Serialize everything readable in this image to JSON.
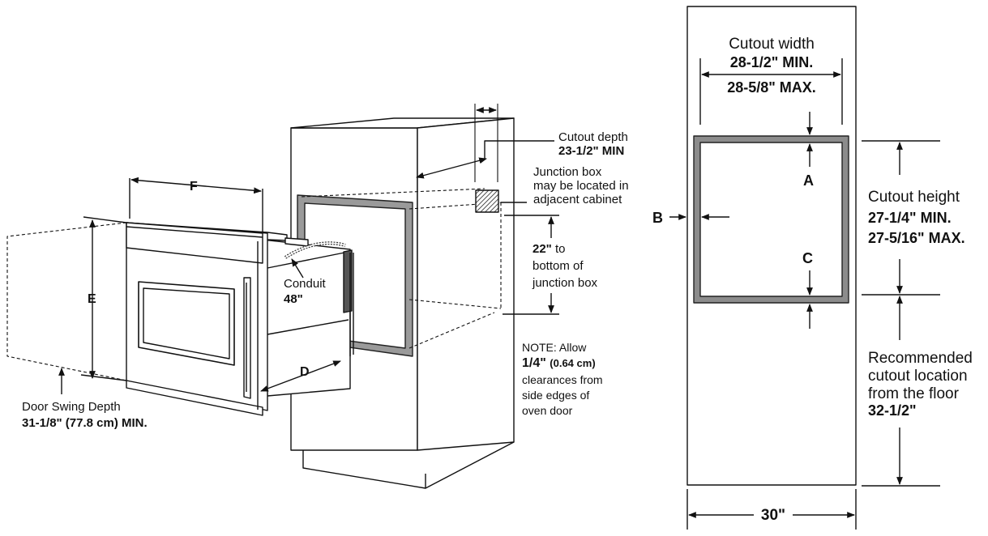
{
  "left_diagram": {
    "dim_f": "F",
    "dim_e": "E",
    "dim_d": "D",
    "cutout_depth_label": "Cutout depth",
    "cutout_depth_value": "23-1/2\" MIN",
    "junction_line1": "Junction box",
    "junction_line2": "may be located in",
    "junction_line3": "adjacent cabinet",
    "height_value": "22\"",
    "height_line1": "to",
    "height_line2": "bottom of",
    "height_line3": "junction box",
    "conduit_label": "Conduit",
    "conduit_value": "48\"",
    "door_swing_label": "Door Swing Depth",
    "door_swing_value": "31-1/8\" (77.8 cm) MIN.",
    "note_line1": "NOTE: Allow",
    "note_value": "1/4\"",
    "note_metric": "(0.64 cm)",
    "note_line2": "clearances from",
    "note_line3": "side edges of",
    "note_line4": "oven door"
  },
  "right_diagram": {
    "cutout_width_label": "Cutout width",
    "cutout_width_min": "28-1/2\" MIN.",
    "cutout_width_max": "28-5/8\" MAX.",
    "dim_a": "A",
    "dim_b": "B",
    "dim_c": "C",
    "cutout_height_label": "Cutout height",
    "cutout_height_min": "27-1/4\" MIN.",
    "cutout_height_max": "27-5/16\" MAX.",
    "location_line1": "Recommended",
    "location_line2": "cutout location",
    "location_line3": "from the floor",
    "location_value": "32-1/2\"",
    "cabinet_width": "30\""
  }
}
